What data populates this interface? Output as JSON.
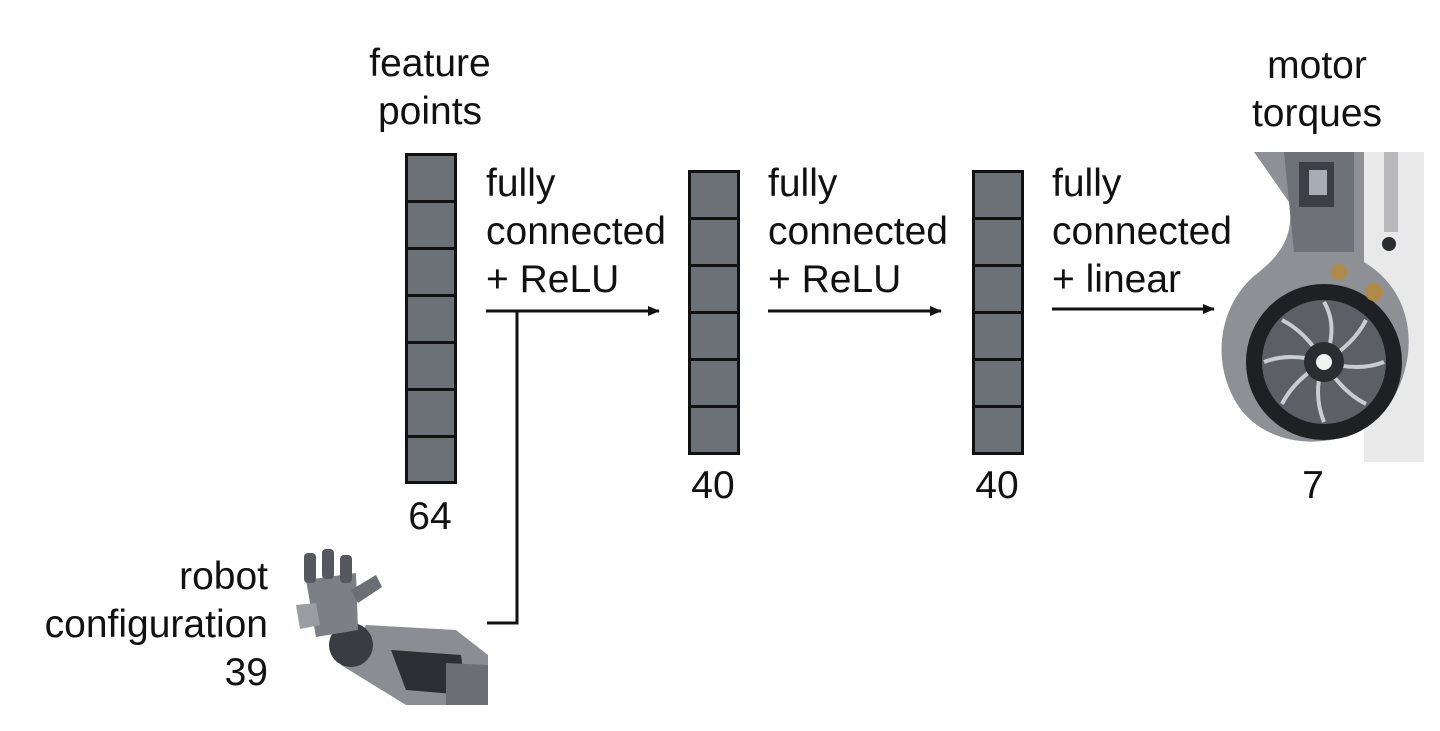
{
  "input": {
    "title_line1": "feature",
    "title_line2": "points",
    "size": "64"
  },
  "hidden1": {
    "size": "40"
  },
  "hidden2": {
    "size": "40"
  },
  "output": {
    "title_line1": "motor",
    "title_line2": "torques",
    "size": "7"
  },
  "edges": [
    {
      "line1": "fully",
      "line2": "connected",
      "line3": "+ ReLU"
    },
    {
      "line1": "fully",
      "line2": "connected",
      "line3": "+ ReLU"
    },
    {
      "line1": "fully",
      "line2": "connected",
      "line3": "+ linear"
    }
  ],
  "robot": {
    "line1": "robot",
    "line2": "configuration",
    "size": "39"
  },
  "colors": {
    "cell_fill": "#6c7178",
    "line": "#111111"
  },
  "icons": [
    "motor-torque-image",
    "robot-arm-image"
  ]
}
